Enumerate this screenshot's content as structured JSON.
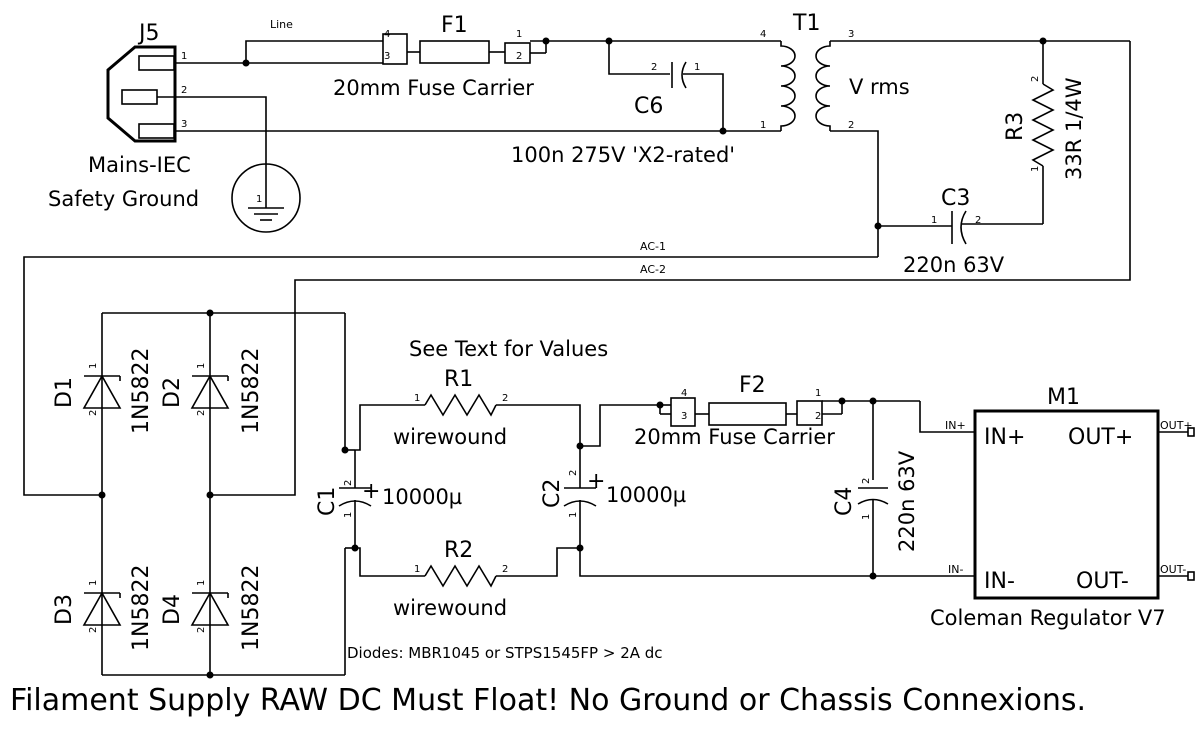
{
  "schematic": {
    "j5": {
      "ref": "J5",
      "value1": "Mains-IEC",
      "value2": "Safety Ground",
      "pins": [
        "1",
        "2",
        "3"
      ]
    },
    "gnd": {
      "pin": "1"
    },
    "f1": {
      "ref": "F1",
      "value": "20mm Fuse Carrier",
      "pins": [
        "4",
        "3",
        "1",
        "2"
      ]
    },
    "c6": {
      "ref": "C6",
      "value": "100n 275V 'X2-rated'",
      "pins": [
        "2",
        "1"
      ]
    },
    "t1": {
      "ref": "T1",
      "value": "V rms",
      "pins": [
        "4",
        "1",
        "3",
        "2"
      ]
    },
    "r3": {
      "ref": "R3",
      "value": "33R 1/4W",
      "pins": [
        "2",
        "1"
      ]
    },
    "c3": {
      "ref": "C3",
      "value": "220n 63V",
      "pins": [
        "1",
        "2"
      ]
    },
    "d1": {
      "ref": "D1",
      "value": "1N5822",
      "pins": [
        "1",
        "2"
      ]
    },
    "d2": {
      "ref": "D2",
      "value": "1N5822",
      "pins": [
        "1",
        "2"
      ]
    },
    "d3": {
      "ref": "D3",
      "value": "1N5822",
      "pins": [
        "1",
        "2"
      ]
    },
    "d4": {
      "ref": "D4",
      "value": "1N5822",
      "pins": [
        "1",
        "2"
      ]
    },
    "r1": {
      "ref": "R1",
      "value": "wirewound",
      "pins": [
        "1",
        "2"
      ]
    },
    "r2": {
      "ref": "R2",
      "value": "wirewound",
      "pins": [
        "1",
        "2"
      ]
    },
    "c1": {
      "ref": "C1",
      "value": "10000µ",
      "pins": [
        "2",
        "1"
      ],
      "polarity": "+"
    },
    "c2": {
      "ref": "C2",
      "value": "10000µ",
      "pins": [
        "2",
        "1"
      ],
      "polarity": "+"
    },
    "f2": {
      "ref": "F2",
      "value": "20mm Fuse Carrier",
      "pins": [
        "4",
        "3",
        "1",
        "2"
      ]
    },
    "c4": {
      "ref": "C4",
      "value": "220n 63V",
      "pins": [
        "2",
        "1"
      ]
    },
    "m1": {
      "ref": "M1",
      "value": "Coleman Regulator V7",
      "in_plus": "IN+",
      "out_plus": "OUT+",
      "in_minus": "IN-",
      "out_minus": "OUT-"
    },
    "nets": {
      "line": "Line",
      "ac1": "AC-1",
      "ac2": "AC-2",
      "in_plus": "IN+",
      "in_minus": "IN-",
      "out_plus": "OUT+",
      "out_minus": "OUT-"
    },
    "notes": {
      "see_text": "See Text for Values",
      "diodes": "Diodes: MBR1045 or STPS1545FP > 2A dc",
      "banner": "Filament Supply RAW DC Must Float! No Ground or Chassis Connexions."
    }
  }
}
